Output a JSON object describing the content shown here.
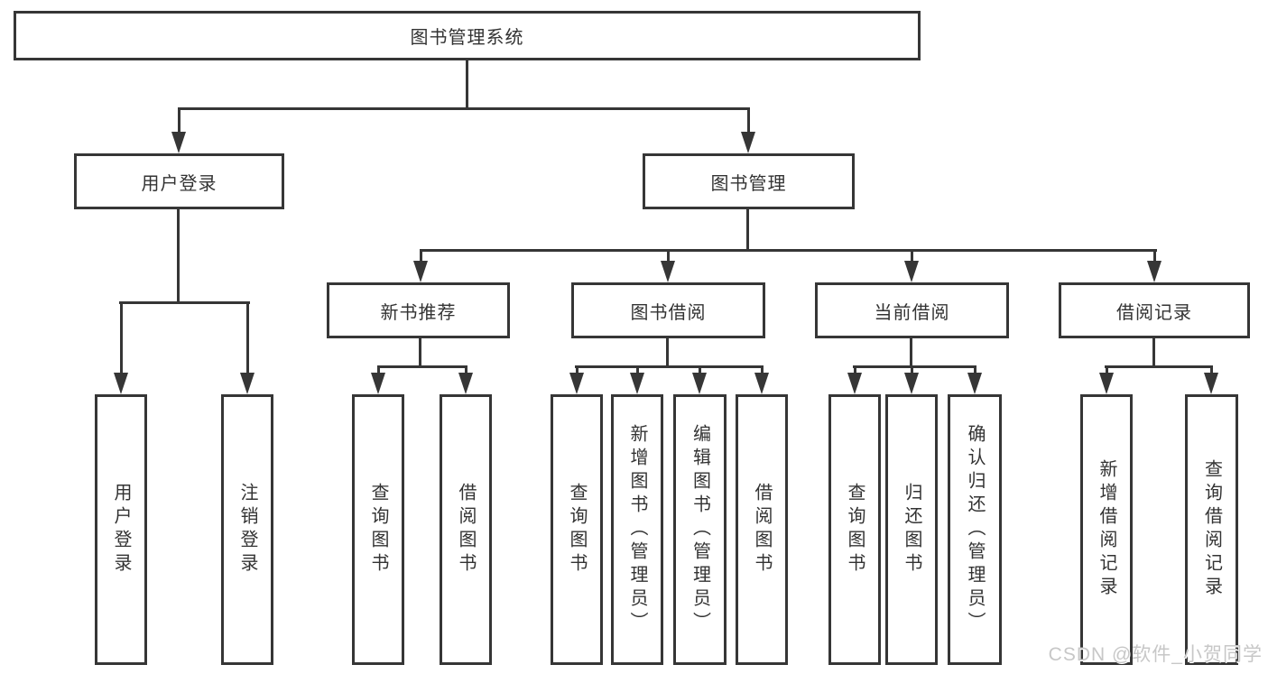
{
  "diagram": {
    "root": "图书管理系统",
    "branches": [
      {
        "label": "用户登录",
        "children": [
          "用户登录",
          "注销登录"
        ]
      },
      {
        "label": "图书管理",
        "children": [
          {
            "label": "新书推荐",
            "children": [
              "查询图书",
              "借阅图书"
            ]
          },
          {
            "label": "图书借阅",
            "children": [
              "查询图书",
              "新增图书（管理员）",
              "编辑图书（管理员）",
              "借阅图书"
            ]
          },
          {
            "label": "当前借阅",
            "children": [
              "查询图书",
              "归还图书",
              "确认归还（管理员）"
            ]
          },
          {
            "label": "借阅记录",
            "children": [
              "新增借阅记录",
              "查询借阅记录"
            ]
          }
        ]
      }
    ]
  },
  "watermark": {
    "text": "CSDN @软件_小贺同学"
  },
  "colors": {
    "line": "#363636",
    "background": "#ffffff",
    "text": "#333333",
    "watermark": "#c7c7c7"
  }
}
